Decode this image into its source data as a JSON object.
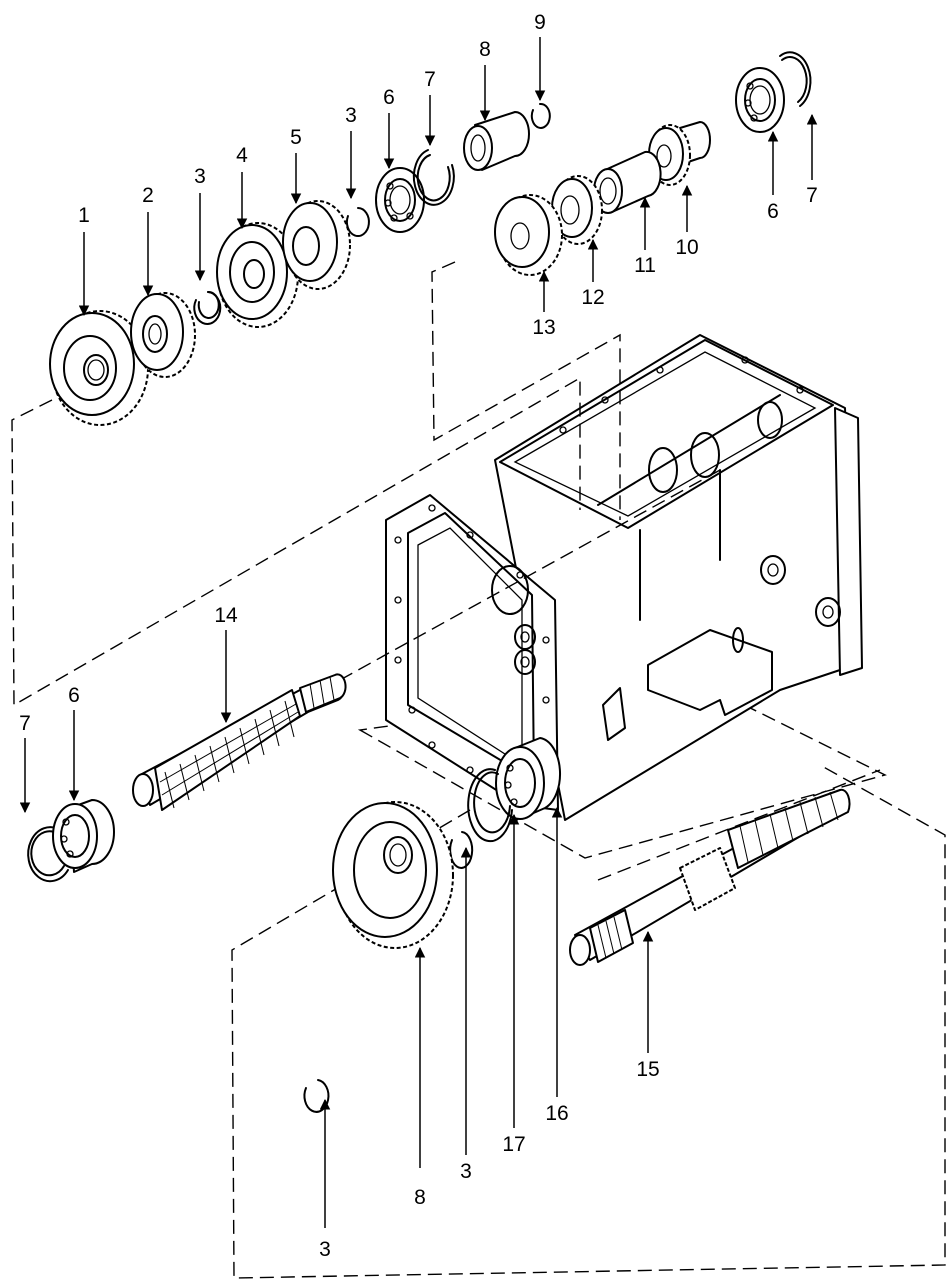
{
  "callouts": {
    "c1": "1",
    "c2": "2",
    "c3a": "3",
    "c4": "4",
    "c5": "5",
    "c3b": "3",
    "c6a": "6",
    "c7a": "7",
    "c8a": "8",
    "c9": "9",
    "c6b": "6",
    "c7b": "7",
    "c10": "10",
    "c11": "11",
    "c12": "12",
    "c13": "13",
    "c14": "14",
    "c7c": "7",
    "c6c": "6",
    "c15": "15",
    "c16": "16",
    "c17": "17",
    "c3c": "3",
    "c8b": "8",
    "c3d": "3"
  },
  "icons": {
    "gear": "gear-icon",
    "bearing": "bearing-icon",
    "snap_ring": "snap-ring-icon",
    "shaft": "splined-shaft-icon",
    "housing": "transmission-housing-icon"
  }
}
